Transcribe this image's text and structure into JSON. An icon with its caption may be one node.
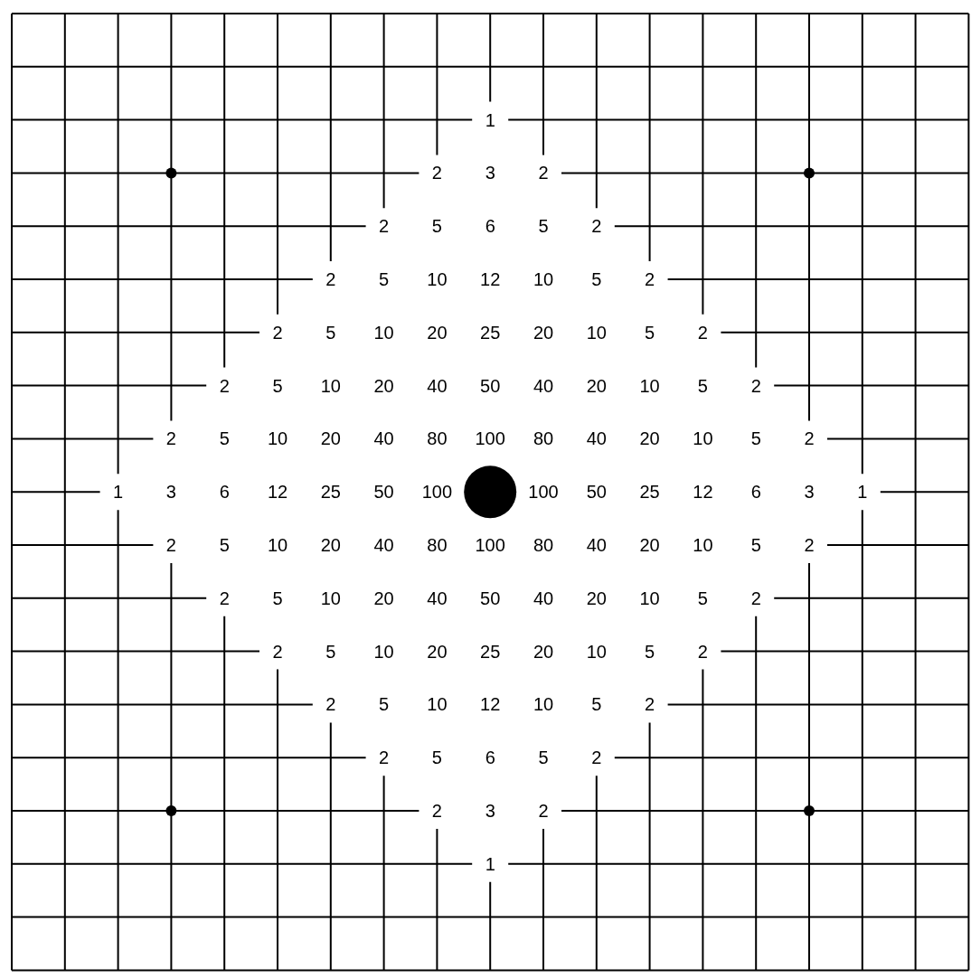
{
  "diagram": {
    "labels": [
      "1",
      "2",
      "3",
      "2",
      "2",
      "5",
      "6",
      "5",
      "2",
      "2",
      "5",
      "10",
      "12",
      "10",
      "5",
      "2",
      "2",
      "5",
      "10",
      "20",
      "25",
      "20",
      "10",
      "5",
      "2",
      "2",
      "5",
      "10",
      "20",
      "40",
      "50",
      "40",
      "20",
      "10",
      "5",
      "2",
      "2",
      "5",
      "10",
      "20",
      "40",
      "80",
      "100",
      "80",
      "40",
      "20",
      "10",
      "5",
      "2",
      "1",
      "3",
      "6",
      "12",
      "25",
      "50",
      "100",
      "100",
      "50",
      "25",
      "12",
      "6",
      "3",
      "1",
      "2",
      "5",
      "10",
      "20",
      "40",
      "80",
      "100",
      "80",
      "40",
      "20",
      "10",
      "5",
      "2",
      "2",
      "5",
      "10",
      "20",
      "40",
      "50",
      "40",
      "20",
      "10",
      "5",
      "2",
      "2",
      "5",
      "10",
      "20",
      "25",
      "20",
      "10",
      "5",
      "2",
      "2",
      "5",
      "10",
      "12",
      "10",
      "5",
      "2",
      "2",
      "5",
      "6",
      "5",
      "2",
      "2",
      "3",
      "2",
      "1"
    ]
  }
}
